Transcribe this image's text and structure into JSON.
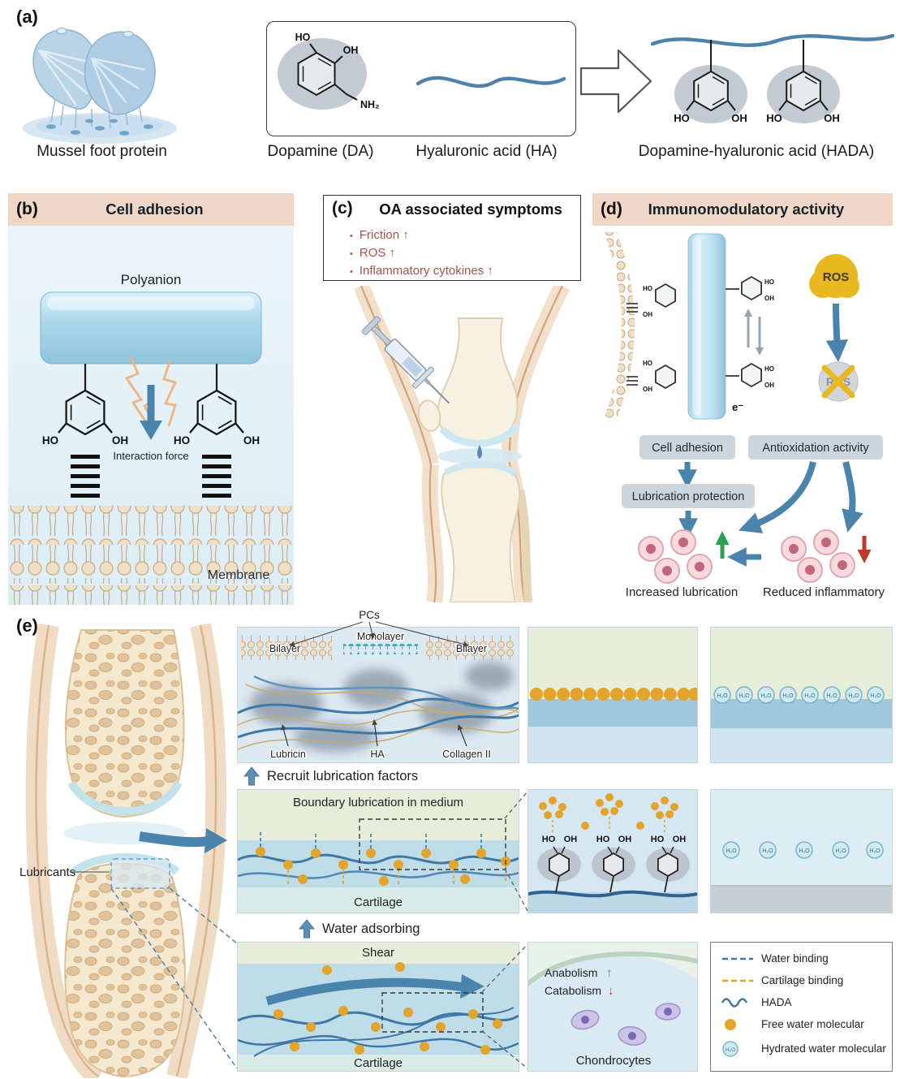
{
  "colors": {
    "accent_blue": "#4a84ad",
    "header_pink": "#f0d6c6",
    "yellow_dot": "#e2a42a",
    "ros_yellow": "#e8b821",
    "symptom_red": "#a5524a"
  },
  "panel_a": {
    "tag": "(a)",
    "mussel_caption": "Mussel foot protein",
    "da_caption": "Dopamine (DA)",
    "ha_caption": "Hyaluronic acid (HA)",
    "hada_caption": "Dopamine-hyaluronic acid (HADA)",
    "ho": "HO",
    "oh": "OH",
    "nh2": "NH₂"
  },
  "panel_b": {
    "tag": "(b)",
    "title": "Cell adhesion",
    "polyanion": "Polyanion",
    "interaction_force": "Interaction force",
    "membrane": "Membrane",
    "ho": "HO",
    "oh": "OH"
  },
  "panel_c": {
    "tag": "(c)",
    "title": "OA associated symptoms",
    "bullet_mark": "•",
    "bullet1": "Friction ↑",
    "bullet2": "ROS ↑",
    "bullet3": "Inflammatory cytokines ↑"
  },
  "panel_d": {
    "tag": "(d)",
    "title": "Immunomodulatory activity",
    "ros": "ROS",
    "electron": "e⁻",
    "ho": "HO",
    "oh": "OH",
    "box_cell_adhesion": "Cell adhesion",
    "box_antioxidation": "Antioxidation activity",
    "box_lubrication": "Lubrication protection",
    "caption_left": "Increased lubrication",
    "caption_right": "Reduced inflammatory"
  },
  "panel_e": {
    "tag": "(e)",
    "lubricants": "Lubricants",
    "pcs": "PCs",
    "bilayer_left": "Bilayer",
    "monolayer": "Monolayer",
    "bilayer_right": "Bilayer",
    "lubricin": "Lubricin",
    "ha": "HA",
    "collagen": "Collagen II",
    "recruit": "Recruit lubrication factors",
    "boundary_title": "Boundary lubrication in medium",
    "cartilage_mid": "Cartilage",
    "water_adsorbing": "Water adsorbing",
    "shear": "Shear",
    "cartilage_bottom": "Cartilage",
    "ho": "HO",
    "oh": "OH",
    "h2o": "H₂O",
    "anabolism": "Anabolism",
    "anabolism_arrow": "↑",
    "catabolism": "Catabolism",
    "catabolism_arrow": "↓",
    "chondrocytes": "Chondrocytes",
    "legend": {
      "water_binding": "Water binding",
      "cartilage_binding": "Cartilage binding",
      "hada": "HADA",
      "free_water": "Free water molecular",
      "hydrated_water": "Hydrated water molecular"
    }
  }
}
